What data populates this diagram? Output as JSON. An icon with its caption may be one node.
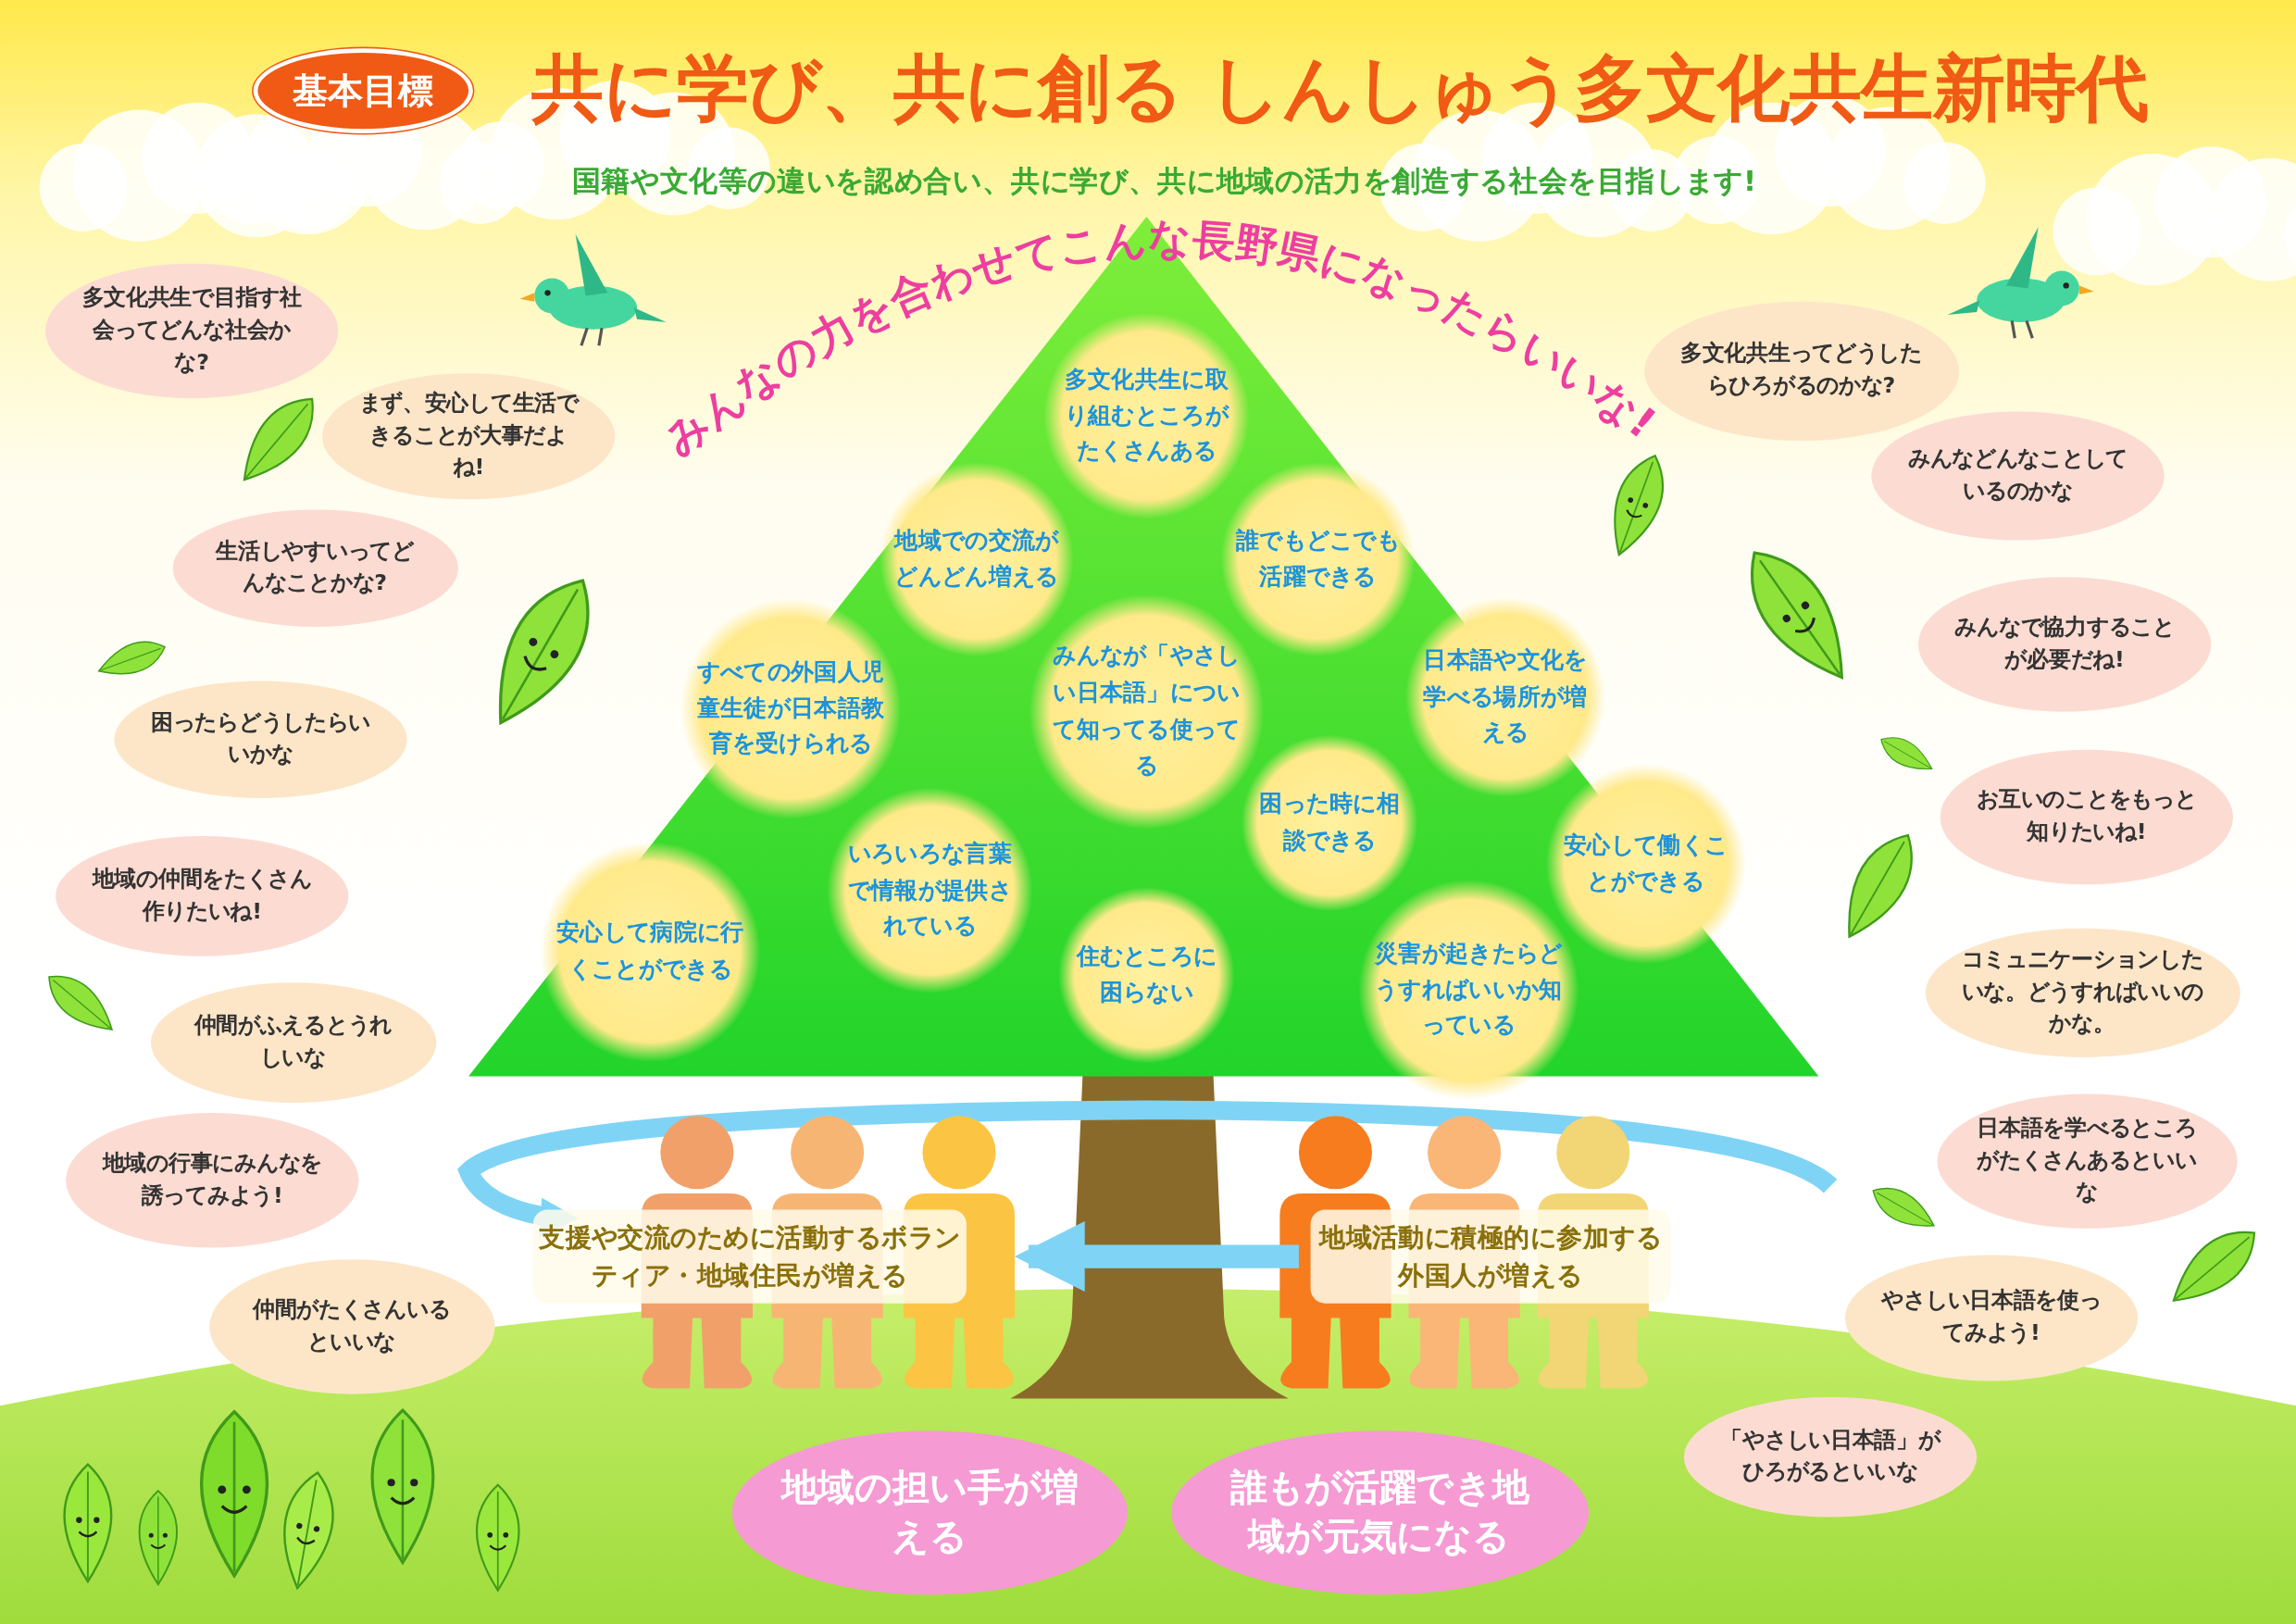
{
  "diagram": {
    "title": "共に学び、共に創る しんしゅう多文化共生新時代",
    "nodes": [
      {
        "text": [
          "基本目標"
        ]
      },
      {
        "text": [
          "多文化共生で目指す社会ってどんな社会かな?"
        ]
      },
      {
        "text": [
          "まず、安心して生活できることが大事だよね!"
        ]
      },
      {
        "text": [
          "生活しやすいってどんなことかな?"
        ]
      },
      {
        "text": [
          "困ったらどうしたらいいかな"
        ]
      },
      {
        "text": [
          "地域の仲間をたくさん作りたいね!"
        ]
      },
      {
        "text": [
          "仲間がふえるとうれしいな"
        ]
      },
      {
        "text": [
          "地域の行事にみんなを誘ってみよう!"
        ]
      },
      {
        "text": [
          "仲間がたくさんいるといいな"
        ]
      },
      {
        "text": [
          "多文化共生に取り組むところがたくさんある"
        ]
      },
      {
        "text": [
          "地域での交流がどんどん増える"
        ]
      },
      {
        "text": [
          "誰でもどこでも活躍できる"
        ]
      },
      {
        "text": [
          "すべての外国人児童生徒が日本語教育を受けられる"
        ]
      },
      {
        "text": [
          "みんなが「やさしい日本語」について知ってる使ってる"
        ]
      },
      {
        "text": [
          "日本語や文化を学べる場所が増える"
        ]
      },
      {
        "text": [
          "困った時に相談できる"
        ]
      },
      {
        "text": [
          "安心して働くことができる"
        ]
      },
      {
        "text": [
          "いろいろな言葉で情報が提供されている"
        ]
      },
      {
        "text": [
          "安心して病院に行くことができる"
        ]
      },
      {
        "text": [
          "住むところに困らない"
        ]
      },
      {
        "text": [
          "災害が起きたらどうすればいいか知っている"
        ]
      },
      {
        "text": [
          "多文化共生ってどうしたらひろがるのかな?"
        ]
      },
      {
        "text": [
          "みんなどんなことしているのかな"
        ]
      },
      {
        "text": [
          "みんなで協力することが必要だね!"
        ]
      },
      {
        "text": [
          "お互いのことをもっと知りたいね!"
        ]
      },
      {
        "text": [
          "コミュニケーションしたいな。どうすればいいのかな。"
        ]
      },
      {
        "text": [
          "日本語を学べるところがたくさんあるといいな"
        ]
      },
      {
        "text": [
          "やさしい日本語を使ってみよう!"
        ]
      },
      {
        "text": [
          "「やさしい日本語」がひろがるといいな"
        ]
      },
      {
        "text": [
          "支援や交流のために活動するボランティア・地域住民が増える"
        ]
      },
      {
        "text": [
          "地域活動に積極的に参加する外国人が増える"
        ]
      },
      {
        "text": [
          "地域の担い手が増える"
        ]
      },
      {
        "text": [
          "誰もが活躍でき地域が元気になる"
        ]
      }
    ],
    "edges": [
      {
        "from": 30,
        "to": 29,
        "arrow": "to"
      }
    ],
    "labels": [
      "国籍や文化等の違いを認め合い、共に学び、共に地域の活力を創造する社会を目指します!",
      "みんなの力を合わせてこんな長野県になったらいいな!"
    ]
  }
}
